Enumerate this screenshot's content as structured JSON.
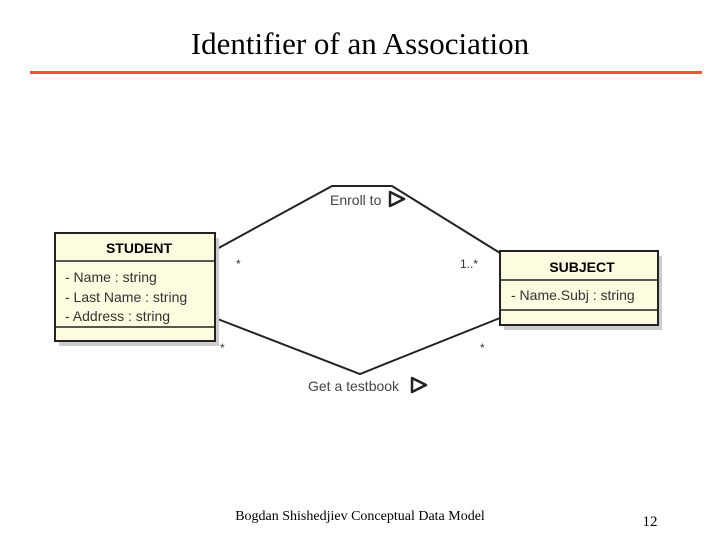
{
  "title": "Identifier of an Association",
  "footer": "Bogdan Shishedjiev Conceptual Data Model",
  "page_number": "12",
  "colors": {
    "title_rule": "#e8553a",
    "class_fill": "#fdfbe0",
    "class_border": "#222222",
    "shadow": "#cccccc"
  },
  "classes": {
    "student": {
      "name": "STUDENT",
      "attributes": [
        "- Name : string",
        "- Last Name : string",
        "- Address : string"
      ]
    },
    "subject": {
      "name": "SUBJECT",
      "attributes": [
        "- Name.Subj : string"
      ]
    }
  },
  "associations": {
    "enroll": {
      "label": "Enroll to",
      "student_mult": "*",
      "subject_mult": "1..*"
    },
    "testbook": {
      "label": "Get a testbook",
      "student_mult": "*",
      "subject_mult": "*"
    }
  }
}
